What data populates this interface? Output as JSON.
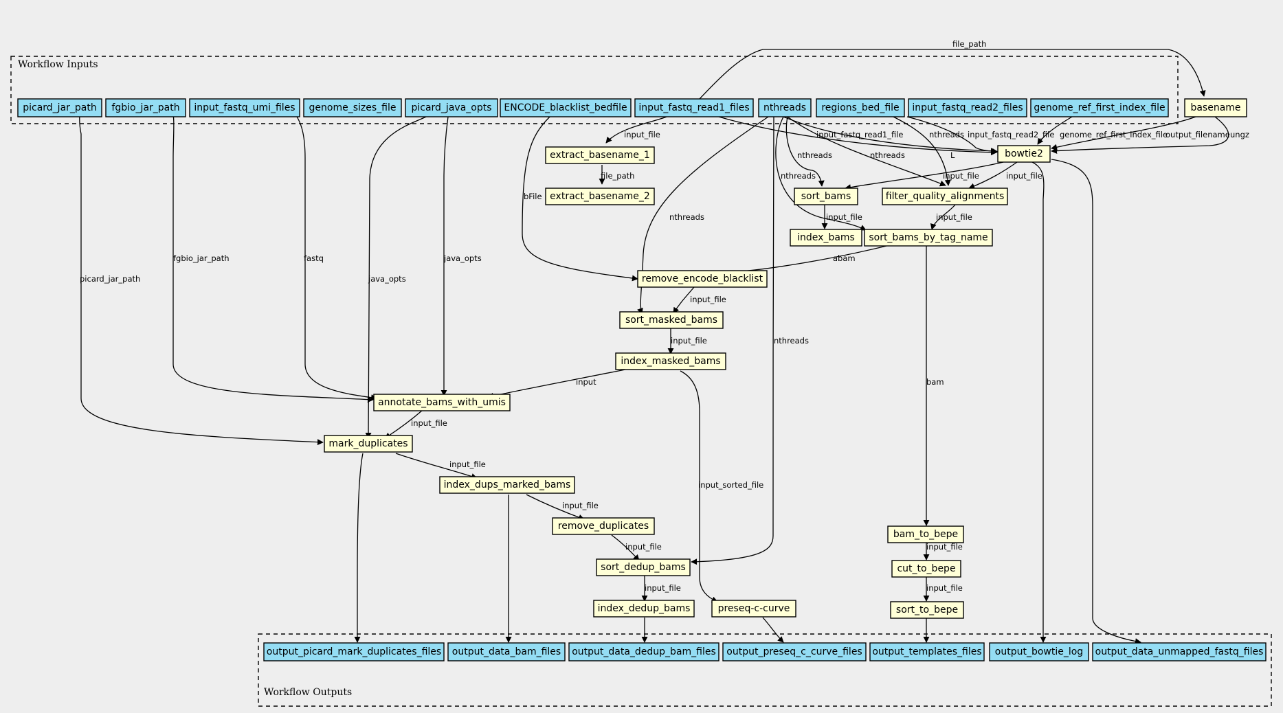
{
  "clusters": {
    "inputs_label": "Workflow Inputs",
    "outputs_label": "Workflow Outputs"
  },
  "colors": {
    "background": "#eeeeee",
    "io_node": "#94ddf4",
    "step_node": "#ffffd7",
    "stroke": "#000000"
  },
  "nodes": {
    "picard_jar_path": "picard_jar_path",
    "fgbio_jar_path": "fgbio_jar_path",
    "input_fastq_umi_files": "input_fastq_umi_files",
    "genome_sizes_file": "genome_sizes_file",
    "picard_java_opts": "picard_java_opts",
    "encode_blacklist_bedfile": "ENCODE_blacklist_bedfile",
    "input_fastq_read1_files": "input_fastq_read1_files",
    "nthreads": "nthreads",
    "regions_bed_file": "regions_bed_file",
    "input_fastq_read2_files": "input_fastq_read2_files",
    "genome_ref_first_index_file": "genome_ref_first_index_file",
    "basename": "basename",
    "bowtie2": "bowtie2",
    "extract_basename_1": "extract_basename_1",
    "extract_basename_2": "extract_basename_2",
    "sort_bams": "sort_bams",
    "filter_quality_alignments": "filter_quality_alignments",
    "index_bams": "index_bams",
    "sort_bams_by_tag_name": "sort_bams_by_tag_name",
    "remove_encode_blacklist": "remove_encode_blacklist",
    "sort_masked_bams": "sort_masked_bams",
    "index_masked_bams": "index_masked_bams",
    "annotate_bams_with_umis": "annotate_bams_with_umis",
    "mark_duplicates": "mark_duplicates",
    "index_dups_marked_bams": "index_dups_marked_bams",
    "remove_duplicates": "remove_duplicates",
    "sort_dedup_bams": "sort_dedup_bams",
    "index_dedup_bams": "index_dedup_bams",
    "preseq_c_curve": "preseq-c-curve",
    "bam_to_bepe": "bam_to_bepe",
    "cut_to_bepe": "cut_to_bepe",
    "sort_to_bepe": "sort_to_bepe",
    "output_picard_mark_duplicates_files": "output_picard_mark_duplicates_files",
    "output_data_bam_files": "output_data_bam_files",
    "output_data_dedup_bam_files": "output_data_dedup_bam_files",
    "output_preseq_c_curve_files": "output_preseq_c_curve_files",
    "output_templates_files": "output_templates_files",
    "output_bowtie_log": "output_bowtie_log",
    "output_data_unmapped_fastq_files": "output_data_unmapped_fastq_files"
  },
  "edge_labels": {
    "file_path_top": "file_path",
    "input_file_extract": "input_file",
    "file_path_extract": "file_path",
    "input_fastq_read1_file": "input_fastq_read1_file",
    "nthreads_bowtie": "nthreads",
    "input_fastq_read2_file": "input_fastq_read2_file",
    "genome_ref_first_index_file": "genome_ref_first_index_file",
    "output_filename": "output_filename",
    "ungz": "ungz",
    "nthreads_sort": "nthreads",
    "nthreads_filter": "nthreads",
    "l_filter": "L",
    "nthreads_tag": "nthreads",
    "input_file_sort": "input_file",
    "input_file_filter": "input_file",
    "input_file_index": "input_file",
    "input_file_tag": "input_file",
    "bfile": "bFile",
    "nthreads_masked": "nthreads",
    "picard_jar_path": "picard_jar_path",
    "fgbio_jar_path": "fgbio_jar_path",
    "fastq": "fastq",
    "java_opts_1": "java_opts",
    "java_opts_2": "java_opts",
    "abam": "abam",
    "input_file_masked": "input_file",
    "input_file_index_masked": "input_file",
    "nthreads_dedup": "nthreads",
    "bam": "bam",
    "input": "input",
    "input_file_mark": "input_file",
    "input_file_dups": "input_file",
    "input_file_remove": "input_file",
    "input_sorted_file": "input_sorted_file",
    "input_file_dedup": "input_file",
    "input_file_index_dedup": "input_file",
    "input_file_cut": "input_file",
    "input_file_sort_bepe": "input_file"
  }
}
